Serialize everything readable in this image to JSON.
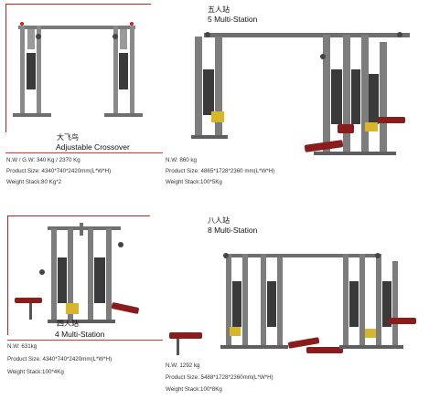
{
  "products": [
    {
      "name_cn": "大飞鸟",
      "name_en": "Adjustable Crossover",
      "specs": [
        "N.W / G.W: 340 Kg / 2370 Kg",
        "Product Size: 4340*740*2420mm(L*W*H)",
        "Weight Stack:80 Kg*2"
      ]
    },
    {
      "name_cn": "五人站",
      "name_en": "5 Multi-Station",
      "specs": [
        "N.W:  860 kg",
        "Product Size: 4865*1728*2360 mm(L*W*H)",
        "Weight Stack:100*5Kg"
      ]
    },
    {
      "name_cn": "四人站",
      "name_en": "4 Multi-Station",
      "specs": [
        "N.W:  631kg",
        "Product Size: 4340*740*2420mm(L*W*H)",
        "Weight Stack:100*4Kg"
      ]
    },
    {
      "name_cn": "八人站",
      "name_en": "8 Multi-Station",
      "specs": [
        "N.W:  1292 kg",
        "Product Size: 5488*1728*2360mm(L*W*H)",
        "Weight Stack:100*8Kg"
      ]
    }
  ],
  "colors": {
    "accent_red": "#c62020",
    "frame_gray": "#6e6e6e",
    "pad_red": "#8a1c1c",
    "stack_yellow": "#d8b62a"
  }
}
